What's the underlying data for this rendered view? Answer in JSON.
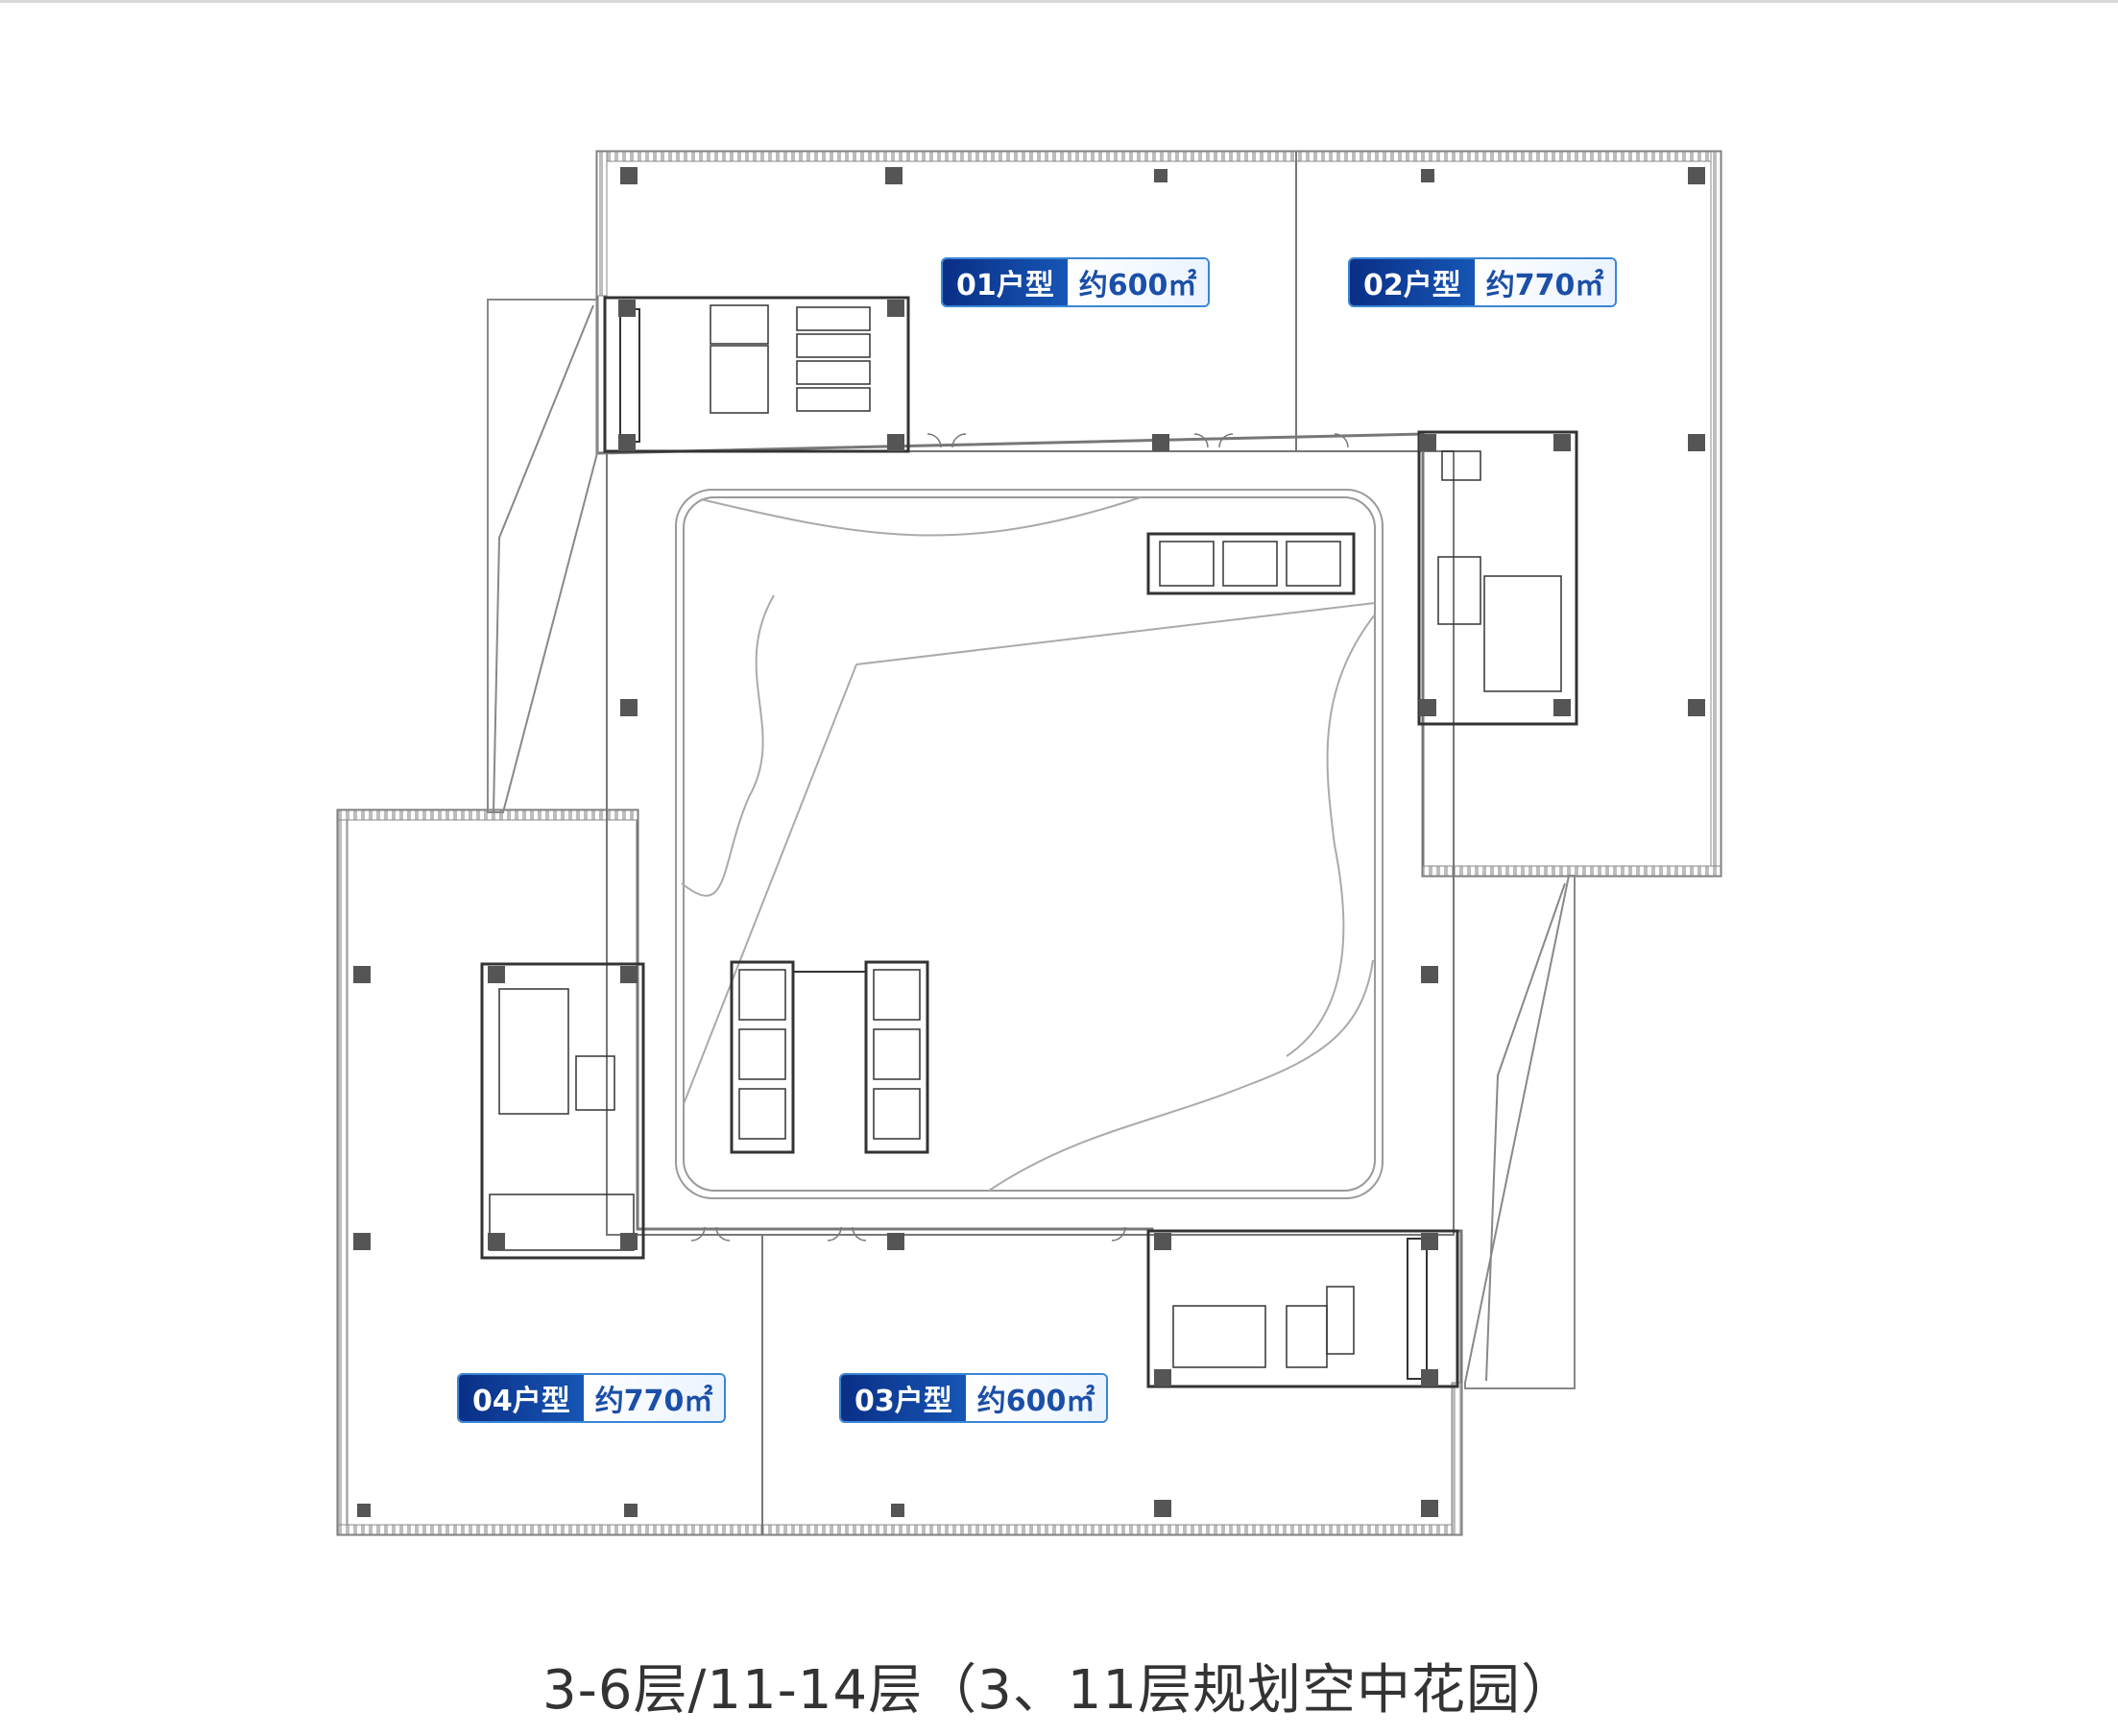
{
  "caption": "3-6层/11-14层（3、11层规划空中花园）",
  "units": [
    {
      "id": "01",
      "label": "01户型",
      "area": "约600㎡"
    },
    {
      "id": "02",
      "label": "02户型",
      "area": "约770㎡"
    },
    {
      "id": "03",
      "label": "03户型",
      "area": "约600㎡"
    },
    {
      "id": "04",
      "label": "04户型",
      "area": "约770㎡"
    }
  ],
  "colors": {
    "wall": "#555555",
    "column": "#555555",
    "label_fill": "#0a2f86",
    "label_border": "#3a86d6",
    "label_text": "#1b4fa8"
  }
}
